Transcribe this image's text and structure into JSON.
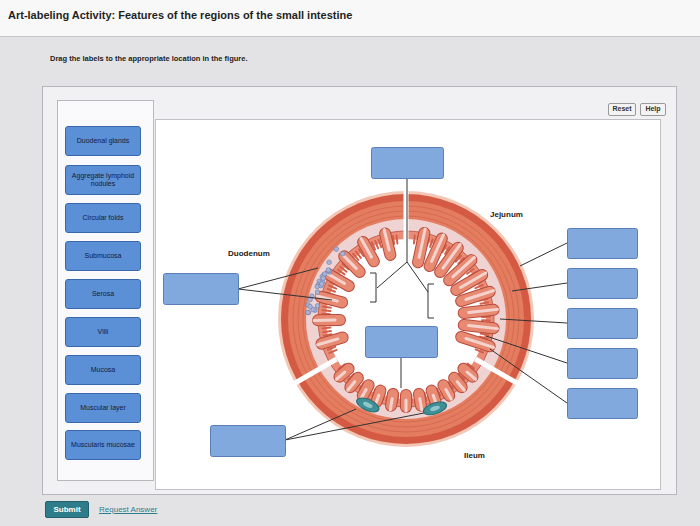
{
  "diagram": {
    "title": "Art-labeling Activity: Features of the regions of the small intestine",
    "nodes": [
      {
        "text": [
          "Reset"
        ]
      },
      {
        "text": [
          "Help"
        ]
      },
      {
        "text": [
          "Duodenal glands"
        ]
      },
      {
        "text": [
          "Aggregate lymphoid nodules"
        ]
      },
      {
        "text": [
          "Circular folds"
        ]
      },
      {
        "text": [
          "Submucosa"
        ]
      },
      {
        "text": [
          "Serosa"
        ]
      },
      {
        "text": [
          "Villi"
        ]
      },
      {
        "text": [
          "Mucosa"
        ]
      },
      {
        "text": [
          "Muscular layer"
        ]
      },
      {
        "text": [
          "Muscularis mucosae"
        ]
      },
      {
        "text": [
          "Submit"
        ]
      }
    ],
    "labels": [
      "Drag the labels to the appropriate location in the figure.",
      "Duodenum",
      "Jejunum",
      "Ileum",
      "Request Answer"
    ]
  }
}
